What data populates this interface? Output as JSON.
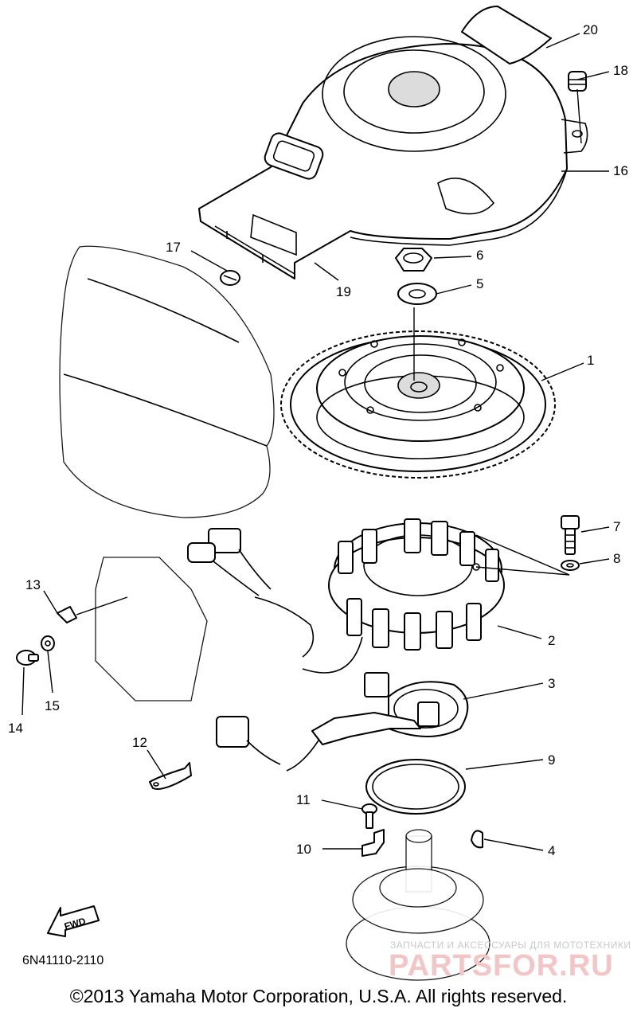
{
  "diagram": {
    "callouts": {
      "p1": "1",
      "p2": "2",
      "p3": "3",
      "p4": "4",
      "p5": "5",
      "p6": "6",
      "p7": "7",
      "p8": "8",
      "p9": "9",
      "p10": "10",
      "p11": "11",
      "p12": "12",
      "p13": "13",
      "p14": "14",
      "p15": "15",
      "p16": "16",
      "p17": "17",
      "p18": "18",
      "p19": "19",
      "p20": "20"
    },
    "fwd_label": "FWD",
    "diagram_code": "6N41110-2110"
  },
  "watermark": {
    "subtitle": "ЗАПЧАСТИ И АКСЕССУАРЫ ДЛЯ МОТОТЕХНИКИ",
    "brand": "PARTSFOR.RU"
  },
  "footer": {
    "copyright": "©2013 Yamaha Motor Corporation, U.S.A. All rights reserved."
  }
}
